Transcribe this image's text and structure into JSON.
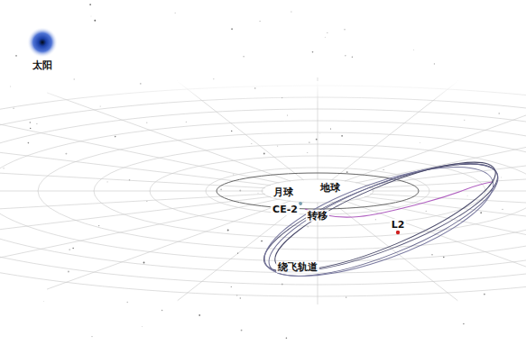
{
  "diagram": {
    "labels": [
      "太阳",
      "月球",
      "地球",
      "CE-2",
      "转移",
      "L2",
      "绕飞轨道"
    ]
  }
}
